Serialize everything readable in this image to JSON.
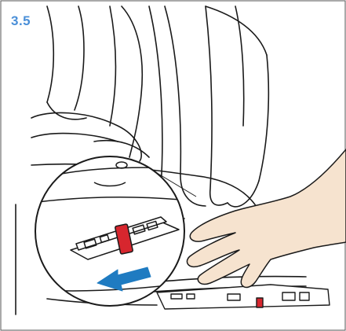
{
  "step": {
    "label": "3.5"
  },
  "colors": {
    "accent_blue": "#1f7bc1",
    "step_blue": "#4a8fd8",
    "release_red": "#d7262e",
    "skin": "#f6e3cf",
    "line": "#1a1a1a"
  },
  "icons": [
    "pull-arrow-icon",
    "hand-illustration",
    "isofix-connector-illustration",
    "magnifier-callout"
  ]
}
